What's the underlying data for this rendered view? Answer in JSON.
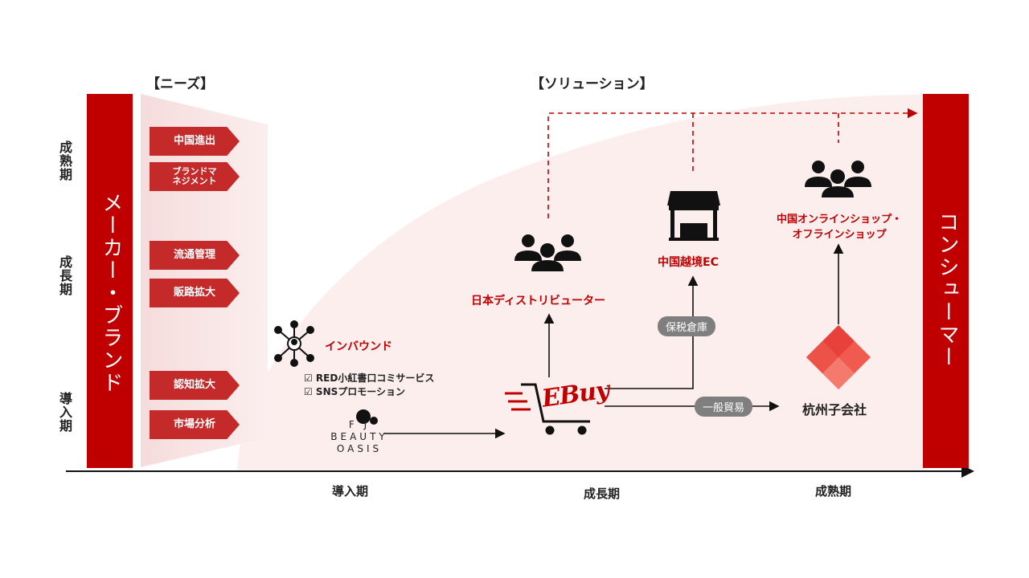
{
  "headings": {
    "needs": "【ニーズ】",
    "solution": "【ソリューション】"
  },
  "left_stages": [
    "成熟期",
    "成長期",
    "導入期"
  ],
  "maker_bar_label": "メーカー・ブランド",
  "consumer_bar_label": "コンシューマー",
  "needs_items": [
    {
      "label": "中国進出"
    },
    {
      "label": "ブランドマ\nネジメント"
    },
    {
      "label": "流通管理"
    },
    {
      "label": "販路拡大"
    },
    {
      "label": "認知拡大"
    },
    {
      "label": "市場分析"
    }
  ],
  "inbound": {
    "label": "インバウンド",
    "services": [
      "☑ RED小紅書口コミサービス",
      "☑ SNSプロモーション"
    ]
  },
  "fj_logo": {
    "lines": [
      "F J",
      "BEAUTY",
      "OASIS"
    ]
  },
  "ebuy_logo": "EBuy",
  "distributor": {
    "label": "日本ディストリビューター"
  },
  "cross_border": {
    "label": "中国越境EC"
  },
  "bonded_warehouse": "保税倉庫",
  "general_trade": "一般貿易",
  "china_shops": {
    "line1": "中国オンラインショップ・",
    "line2": "オフラインショップ"
  },
  "subsidiary": "杭州子会社",
  "axis_labels": [
    "導入期",
    "成長期",
    "成熟期"
  ],
  "colors": {
    "brand_red": "#c00000",
    "chevron_red": "#c42a2a",
    "pill_gray": "#7f7f7f",
    "background_tint": "#fdeeee"
  }
}
